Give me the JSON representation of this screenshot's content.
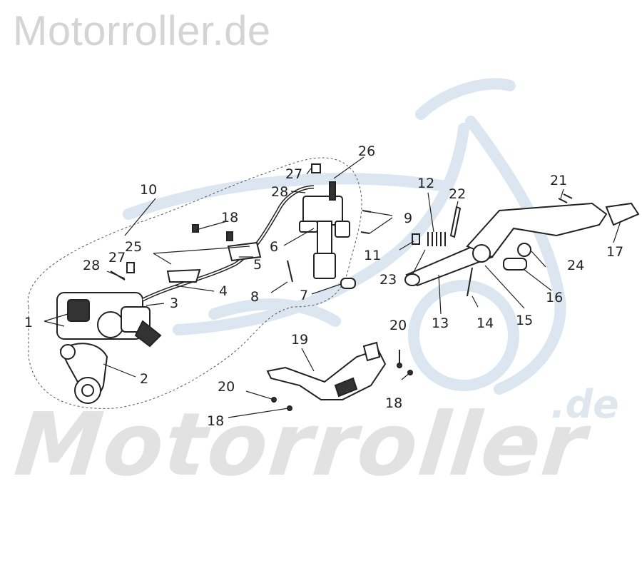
{
  "watermark": {
    "top": "Motorroller.de",
    "large_word": "Motorroller",
    "large_suffix": ".de"
  },
  "part_numbers": [
    "1",
    "2",
    "3",
    "4",
    "5",
    "6",
    "7",
    "8",
    "9",
    "10",
    "11",
    "12",
    "13",
    "14",
    "15",
    "16",
    "17",
    "18",
    "18",
    "18",
    "19",
    "20",
    "20",
    "21",
    "22",
    "23",
    "24",
    "25",
    "26",
    "27",
    "27",
    "28",
    "28"
  ]
}
